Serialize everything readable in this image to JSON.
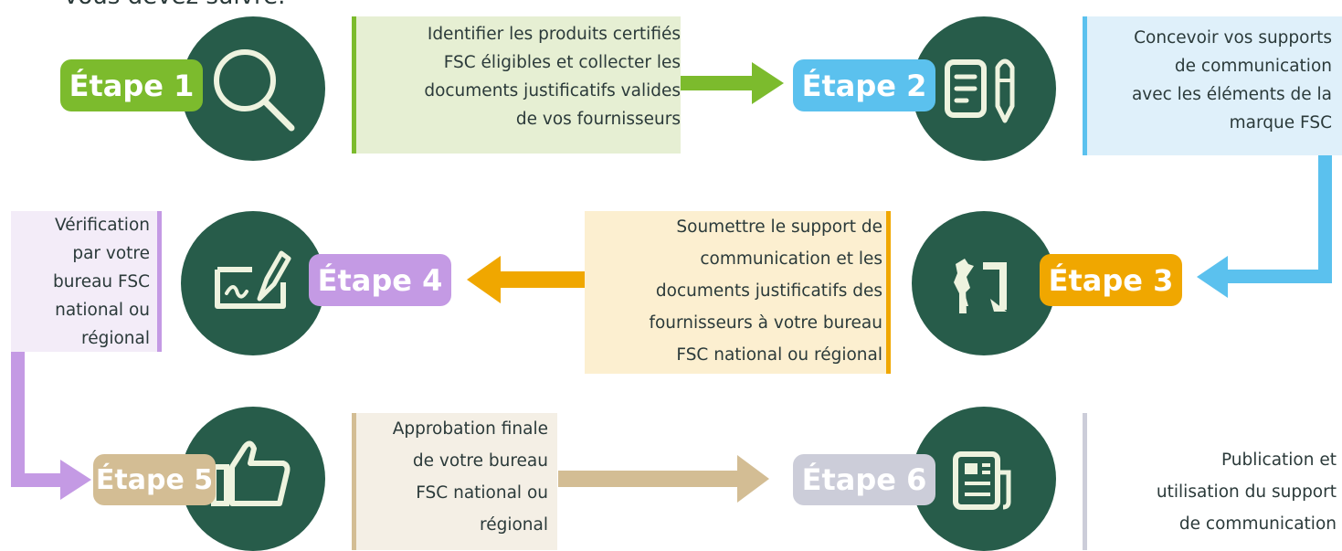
{
  "intro_text": "vous devez suivre.",
  "steps": [
    {
      "badge": "Étape 1",
      "icon": "magnifier-icon",
      "color": "#7cbb2d",
      "note_lines": [
        "Identifier les produits certifiés",
        "FSC éligibles et collecter les",
        "documents justificatifs valides",
        "de vos fournisseurs"
      ]
    },
    {
      "badge": "Étape 2",
      "icon": "document-pencil-icon",
      "color": "#5bc1ee",
      "note_lines": [
        "Concevoir vos supports",
        "de communication",
        "avec  les éléments de la",
        "marque FSC"
      ]
    },
    {
      "badge": "Étape 3",
      "icon": "exchange-icon",
      "color": "#f0a700",
      "note_lines": [
        "Soumettre le support de",
        "communication et les",
        "documents justificatifs des",
        "fournisseurs à votre bureau",
        "FSC national ou régional"
      ]
    },
    {
      "badge": "Étape 4",
      "icon": "signature-icon",
      "color": "#c49ae4",
      "note_lines": [
        "Vérification",
        "par votre",
        "bureau FSC",
        "national ou",
        "régional"
      ]
    },
    {
      "badge": "Étape 5",
      "icon": "thumbs-up-icon",
      "color": "#d3bd94",
      "note_lines": [
        "Approbation finale",
        "de votre bureau",
        "FSC national ou",
        "régional"
      ]
    },
    {
      "badge": "Étape 6",
      "icon": "newspaper-icon",
      "color": "#cccdd9",
      "note_lines": [
        "Publication et",
        "utilisation du support",
        "de communication"
      ]
    }
  ],
  "circle_color": "#275c4a",
  "icon_color": "#eef3df"
}
